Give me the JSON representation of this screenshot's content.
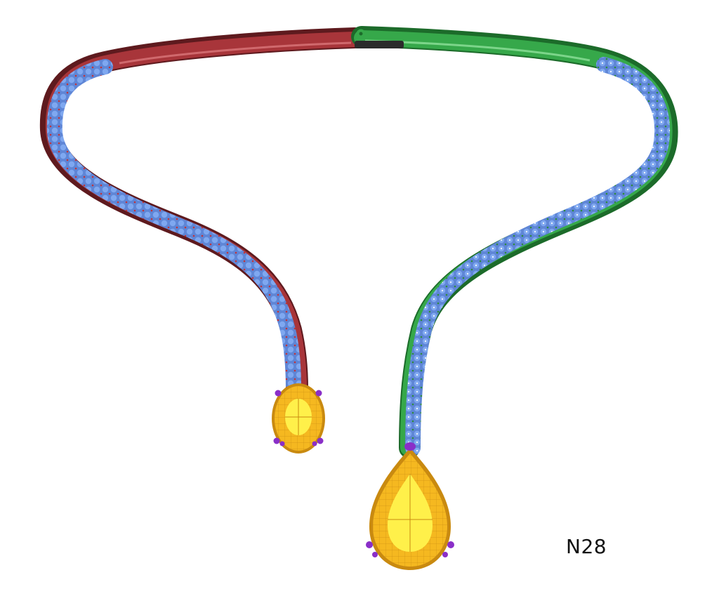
{
  "model": {
    "label": "N28"
  },
  "colors": {
    "left_band": "#a8353a",
    "left_band_dark": "#5e1a1e",
    "right_band": "#36a84a",
    "right_band_dark": "#1c6b2a",
    "pave_stones": "#7fa8f0",
    "pave_prongs_left": "#c2343a",
    "pave_prongs_right": "#2e8c3c",
    "gem": "#f5b820",
    "gem_highlight": "#fff04a",
    "gem_edge": "#c98a10",
    "gem_prongs": "#8a2fc8",
    "clasp": "#2b2b2b"
  },
  "parts": {
    "left_gem": "oval",
    "right_gem": "pear"
  }
}
